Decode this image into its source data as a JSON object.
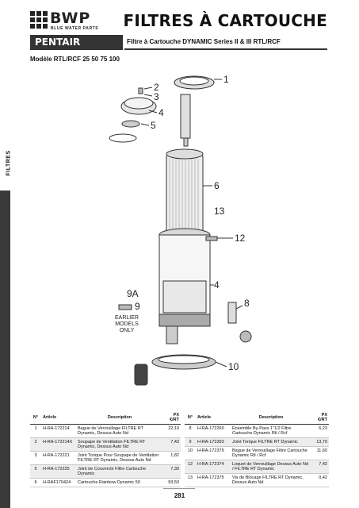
{
  "brand": {
    "logo_word": "BWP",
    "logo_sub": "BLUE WATER PARTS"
  },
  "header": {
    "title": "FILTRES À CARTOUCHE",
    "brand_label": "PENTAIR",
    "product_title": "Filtre à Cartouche DYNAMIC Series II & III RTL/RCF"
  },
  "model_line": "Modèle RTL/RCF 25 50 75 100",
  "side_tab": "FILTRES",
  "diagram": {
    "callouts": [
      "1",
      "2",
      "3",
      "4",
      "5",
      "6",
      "13",
      "12",
      "4",
      "8",
      "10"
    ],
    "callout_9": "9A",
    "callout_9b": "9",
    "earlier_note": [
      "EARLIER",
      "MODELS",
      "ONLY"
    ]
  },
  "table_headers": {
    "no": "N°",
    "article": "Article",
    "description": "Description",
    "price": "PX €/RT"
  },
  "left_rows": [
    {
      "no": "1",
      "article": "H-RA-172214",
      "description": "Bague de Verrouillage FILTRE RT Dynamic, Dessus Auto Nd",
      "price": "22,10"
    },
    {
      "no": "2",
      "article": "H-RA-172214X",
      "description": "Soupape de Ventilation FILTRE RT Dynamic, Dessus Auto Nd",
      "price": "7,43"
    },
    {
      "no": "3",
      "article": "H-RA-172221",
      "description": "Joint Torique Pour Soupape de Ventilation FILTRE RT Dynamic, Dessus Auto Nd",
      "price": "1,82"
    },
    {
      "no": "5",
      "article": "H-RA-172225",
      "description": "Joint de Couvercle Filtre Cartouche Dynamic",
      "price": "7,39"
    },
    {
      "no": "6",
      "article": "H-RAF170424",
      "description": "Cartouche Rainbow Dynamic 50",
      "price": "93,50"
    }
  ],
  "right_rows": [
    {
      "no": "8",
      "article": "H-RA-172260",
      "description": "Ensemble By-Pass 1\"1/2 Filtre Cartouche Dynamic Rtl / Rcf",
      "price": "6,23"
    },
    {
      "no": "9",
      "article": "H-RA-172393",
      "description": "Joint Torique FILTRE RT Dynamic",
      "price": "13,70"
    },
    {
      "no": "10",
      "article": "H-RA-172379",
      "description": "Bague de Verrouillage Filtre Cartouche Dynamic Rtl / Rcf",
      "price": "11,60"
    },
    {
      "no": "12",
      "article": "H-RA-172374",
      "description": "Loquet de Verrouillage Dessus Auto Nd / FILTRE RT Dynamic",
      "price": "7,42"
    },
    {
      "no": "13",
      "article": "H-RA-172375",
      "description": "Vis de Blocage FILTRE RT Dynamic, Dessus Auto Nd",
      "price": "0,42"
    }
  ],
  "page_number": "281"
}
